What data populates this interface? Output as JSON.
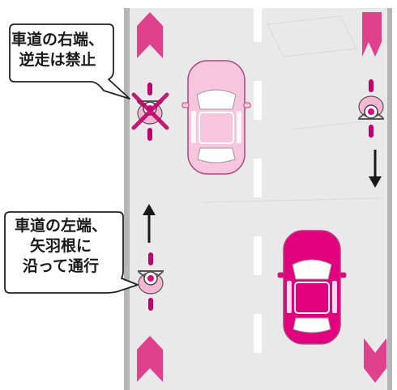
{
  "callouts": {
    "wrong_way": {
      "lines": [
        "車道の右端、",
        "逆走は禁止"
      ]
    },
    "correct_way": {
      "lines": [
        "車道の左端、",
        "矢羽根に",
        "沿って通行"
      ]
    }
  },
  "colors": {
    "road": "#e9e9e9",
    "road_edge": "#b5b5b5",
    "lane_marking": "#ffffff",
    "arrow_marking": "#e0418c",
    "car_light": "#f7c6de",
    "car_dark": "#e2007f",
    "prohibited_mark": "#c8006a",
    "bubble_border": "#222222",
    "arrow": "#1a1a1a"
  },
  "icons": [
    "cyclist-icon",
    "prohibited-x-icon",
    "direction-arrow-up-icon",
    "direction-arrow-down-icon",
    "chevron-up-marking-icon",
    "chevron-down-marking-icon",
    "car-top-view-icon"
  ]
}
